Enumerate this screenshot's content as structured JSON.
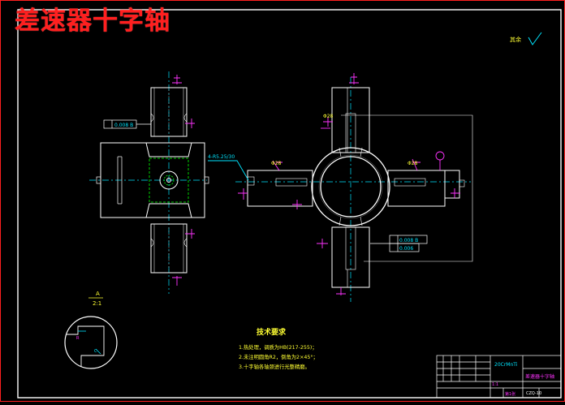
{
  "title": "差速器十字轴",
  "roughness_note": "其余",
  "tech_title": "技术要求",
  "tech_items": [
    "1.热处理，调质为HB(217-255)；",
    "2.未注明圆角R2，倒角为2×45°；",
    "3.十字轴各轴颈进行光整精磨。"
  ],
  "detail_scale": {
    "top": "A",
    "bottom": "2:1"
  },
  "dimension_labels": {
    "chamfer": "4-R5.25/30",
    "diameter_top": "Φ28",
    "diameter_right": "Φ28",
    "diameter_left": "Φ28",
    "tolerance_box_left": "0.008 B",
    "tolerance_box_right_1": "0.008 B",
    "tolerance_box_right_2": "0.006"
  },
  "title_block": {
    "part": "差速器十字轴",
    "material": "20CrMnTi",
    "drawing_no": "CZQ-10",
    "scale": "1:1",
    "sheet": "第1张"
  },
  "colors": {
    "outline": "#ffffff",
    "magenta": "#ff33ff",
    "cyan": "#00e5ff",
    "green": "#00d000",
    "yellow": "#ffff33",
    "red": "#ff1f1f"
  }
}
